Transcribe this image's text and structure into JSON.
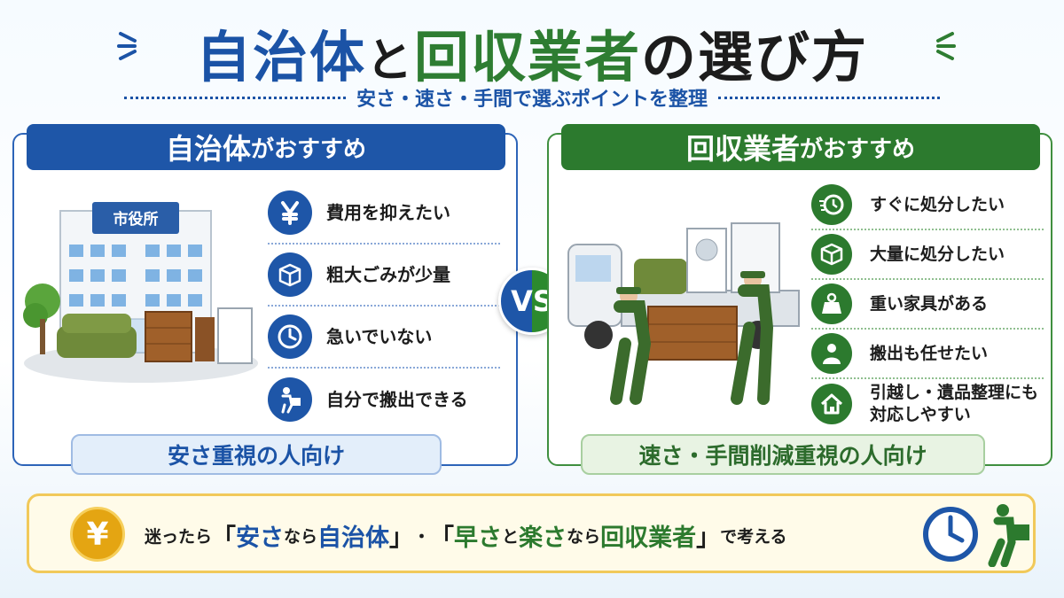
{
  "header": {
    "title_part1": "自治体",
    "title_part2": "と",
    "title_part3": "回収業者",
    "title_part4": "の選び方",
    "subtitle": "安さ・速さ・手間で選ぶポイントを整理"
  },
  "left_panel": {
    "heading_main": "自治体",
    "heading_suffix": "がおすすめ",
    "building_sign": "市役所",
    "items": [
      {
        "icon": "yen-icon",
        "label": "費用を抑えたい"
      },
      {
        "icon": "box-icon",
        "label": "粗大ごみが少量"
      },
      {
        "icon": "clock-icon",
        "label": "急いでいない"
      },
      {
        "icon": "person-carry-icon",
        "label": "自分で搬出できる"
      }
    ],
    "footer": "安さ重視の人向け",
    "accent": "#1e56a8"
  },
  "right_panel": {
    "heading_main": "回収業者",
    "heading_suffix": "がおすすめ",
    "items": [
      {
        "icon": "fast-clock-icon",
        "label": "すぐに処分したい"
      },
      {
        "icon": "boxes-icon",
        "label": "大量に処分したい"
      },
      {
        "icon": "weight-icon",
        "label": "重い家具がある"
      },
      {
        "icon": "worker-icon",
        "label": "搬出も任せたい"
      },
      {
        "icon": "house-icon",
        "label_line1": "引越し・遺品整理にも",
        "label_line2": "対応しやすい"
      }
    ],
    "footer": "速さ・手間削減重視の人向け",
    "accent": "#2c7a2e"
  },
  "vs_label": "VS",
  "bottom_banner": {
    "yen": "¥",
    "lead": "迷ったら",
    "open1": "「",
    "phrase1_a": "安さ",
    "phrase1_b": "なら",
    "phrase1_c": "自治体",
    "close1": "」",
    "sep": "・",
    "open2": "「",
    "phrase2_a": "早さ",
    "phrase2_b": "と",
    "phrase2_c": "楽さ",
    "phrase2_d": "なら",
    "phrase2_e": "回収業者",
    "close2": "」",
    "tail": "で考える"
  }
}
